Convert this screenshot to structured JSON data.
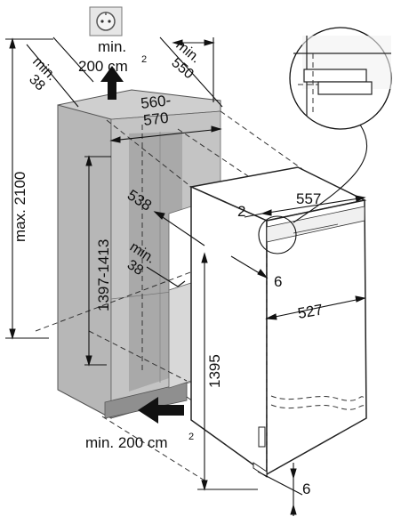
{
  "diagram": {
    "labels": {
      "max_height": "max. 2100",
      "min_depth_left": "min.",
      "min_depth_left_val": "38",
      "vent_top_a": "min.",
      "vent_top_b": "200 cm",
      "vent_top_sup": "2",
      "min_550_a": "min.",
      "min_550_b": "550",
      "width_niche_a": "560-",
      "width_niche_b": "570",
      "niche_height": "1397-1413",
      "niche_depth": "538",
      "min_38_mid_a": "min.",
      "min_38_mid_b": "38",
      "dim_2": "2",
      "dim_557": "557",
      "dim_6_mid": "6",
      "dim_527": "527",
      "dim_1395": "1395",
      "vent_bottom": "min. 200 cm",
      "vent_bottom_sup": "2",
      "dim_6_bottom": "6"
    },
    "colors": {
      "cabinet": "#b7b7b7",
      "cabinet_dark": "#9a9a9a",
      "cabinet_light": "#cfcfcf",
      "appliance": "#ffffff",
      "line": "#111111"
    },
    "icons": [
      "socket-icon",
      "airflow-arrow-icon"
    ]
  }
}
